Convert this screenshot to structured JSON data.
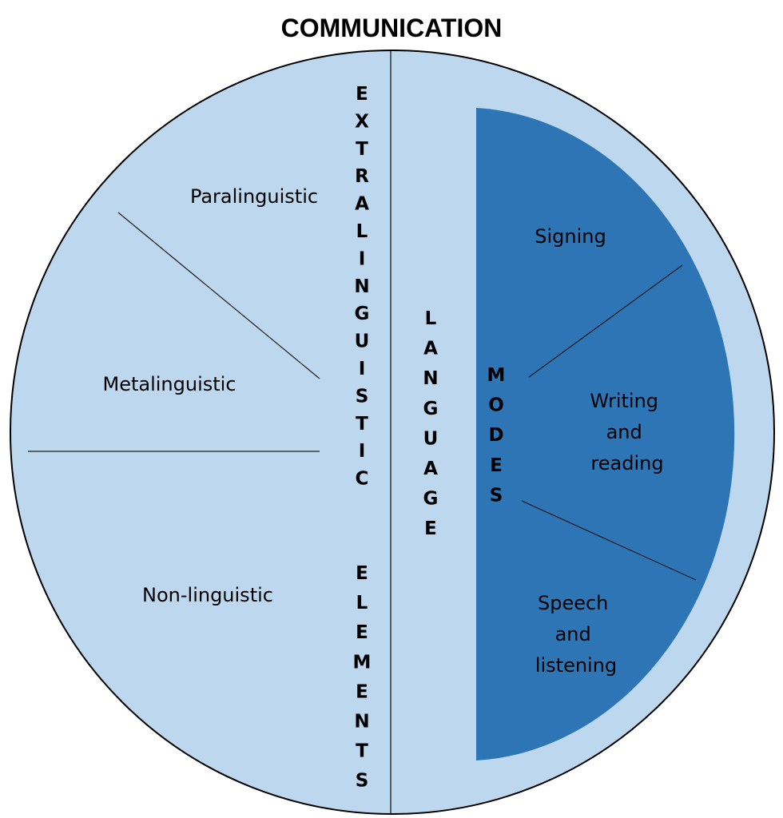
{
  "title": "COMMUNICATION",
  "colors": {
    "outer_fill": "#bdd7ee",
    "modes_fill": "#2e75b6",
    "outline": "#000000",
    "divider_line": "#1a1a1a"
  },
  "left_half": {
    "vertical_label_line1": "EXTRALINGUISTIC",
    "vertical_label_line2": "ELEMENTS",
    "sections": [
      "Paralinguistic",
      "Metalinguistic",
      "Non-linguistic"
    ]
  },
  "right_half": {
    "vertical_label": "LANGUAGE",
    "modes_label": "MODES",
    "modes": [
      {
        "lines": [
          "Signing"
        ]
      },
      {
        "lines": [
          "Writing",
          "and",
          "reading"
        ]
      },
      {
        "lines": [
          "Speech",
          "and",
          "listening"
        ]
      }
    ]
  }
}
